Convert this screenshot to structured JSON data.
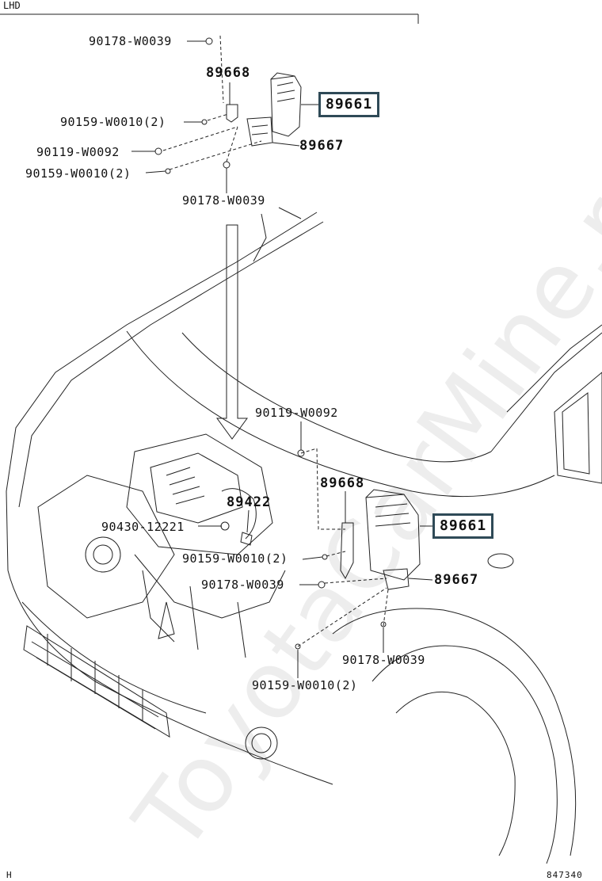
{
  "header": {
    "region": "LHD"
  },
  "footer": {
    "left_code": "H",
    "diagram_number": "847340"
  },
  "watermark": "ToyotaCarMine.ru",
  "top_detail": {
    "labels": [
      "90178-W0039",
      "89668",
      "90159-W0010(2)",
      "90119-W0092",
      "89667",
      "90159-W0010(2)",
      "90178-W0039"
    ],
    "ecu_part": "89661"
  },
  "main_view": {
    "labels": [
      "90119-W0092",
      "89668",
      "89422",
      "90430-12221",
      "90159-W0010(2)",
      "89667",
      "90178-W0039",
      "90178-W0039",
      "90159-W0010(2)"
    ],
    "ecu_part": "89661"
  },
  "colors": {
    "highlight_border": "#2f4a57",
    "line": "#222222"
  }
}
